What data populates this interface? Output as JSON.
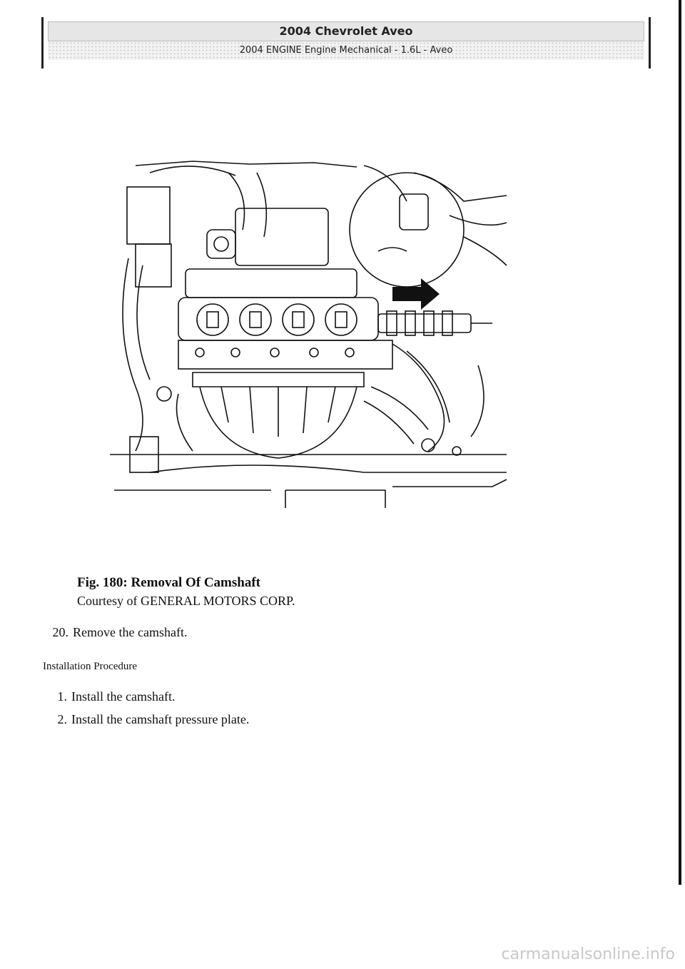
{
  "header": {
    "title": "2004 Chevrolet Aveo",
    "subtitle": "2004 ENGINE Engine Mechanical - 1.6L - Aveo"
  },
  "figure": {
    "caption_title": "Fig. 180: Removal Of Camshaft",
    "caption_credit": "Courtesy of GENERAL MOTORS CORP."
  },
  "steps": [
    {
      "number": "20.",
      "text": "Remove the camshaft."
    }
  ],
  "installation": {
    "heading": "Installation Procedure",
    "steps": [
      {
        "number": "1.",
        "text": "Install the camshaft."
      },
      {
        "number": "2.",
        "text": "Install the camshaft pressure plate."
      }
    ]
  },
  "watermark": "carmanualsonline.info"
}
